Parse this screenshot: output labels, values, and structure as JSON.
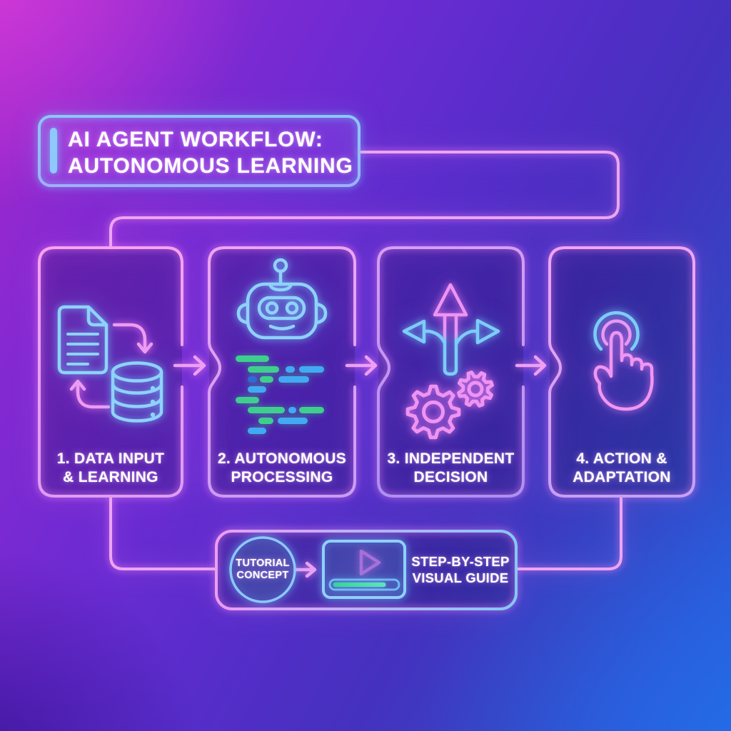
{
  "title": {
    "line1": "AI AGENT WORKFLOW:",
    "line2": "AUTONOMOUS LEARNING"
  },
  "steps": [
    {
      "id": "1",
      "label_line1": "1. DATA INPUT",
      "label_line2": "& LEARNING",
      "icons": [
        "document-icon",
        "database-icon",
        "sync-arrow-down-icon",
        "sync-arrow-up-icon"
      ]
    },
    {
      "id": "2",
      "label_line1": "2. AUTONOMOUS",
      "label_line2": "PROCESSING",
      "icons": [
        "robot-icon",
        "code-lines-icon"
      ]
    },
    {
      "id": "3",
      "label_line1": "3. INDEPENDENT",
      "label_line2": "DECISION",
      "icons": [
        "branching-arrows-icon",
        "gear-large-icon",
        "gear-small-icon"
      ]
    },
    {
      "id": "4",
      "label_line1": "4. ACTION &",
      "label_line2": "ADAPTATION",
      "icons": [
        "tap-hand-icon",
        "tap-ripple-outer-icon",
        "tap-ripple-inner-icon"
      ]
    }
  ],
  "footer": {
    "badge_line1": "TUTORIAL",
    "badge_line2": "CONCEPT",
    "caption_line1": "STEP-BY-STEP",
    "caption_line2": "VISUAL GUIDE",
    "icons": [
      "tutorial-badge-circle",
      "video-player-icon",
      "play-button-icon",
      "progress-bar-icon"
    ]
  },
  "colors": {
    "neon_pink": "#f0a0f4",
    "neon_blue": "#8ed2fb",
    "code_green": "#3ecf8e",
    "code_blue": "#42aaf5",
    "code_dark_blue": "#2f6bd8",
    "progress_teal": "#3fd8a6",
    "bg_top_left": "#a628ca",
    "bg_bottom_right": "#2563dc",
    "text": "#ffffff"
  }
}
